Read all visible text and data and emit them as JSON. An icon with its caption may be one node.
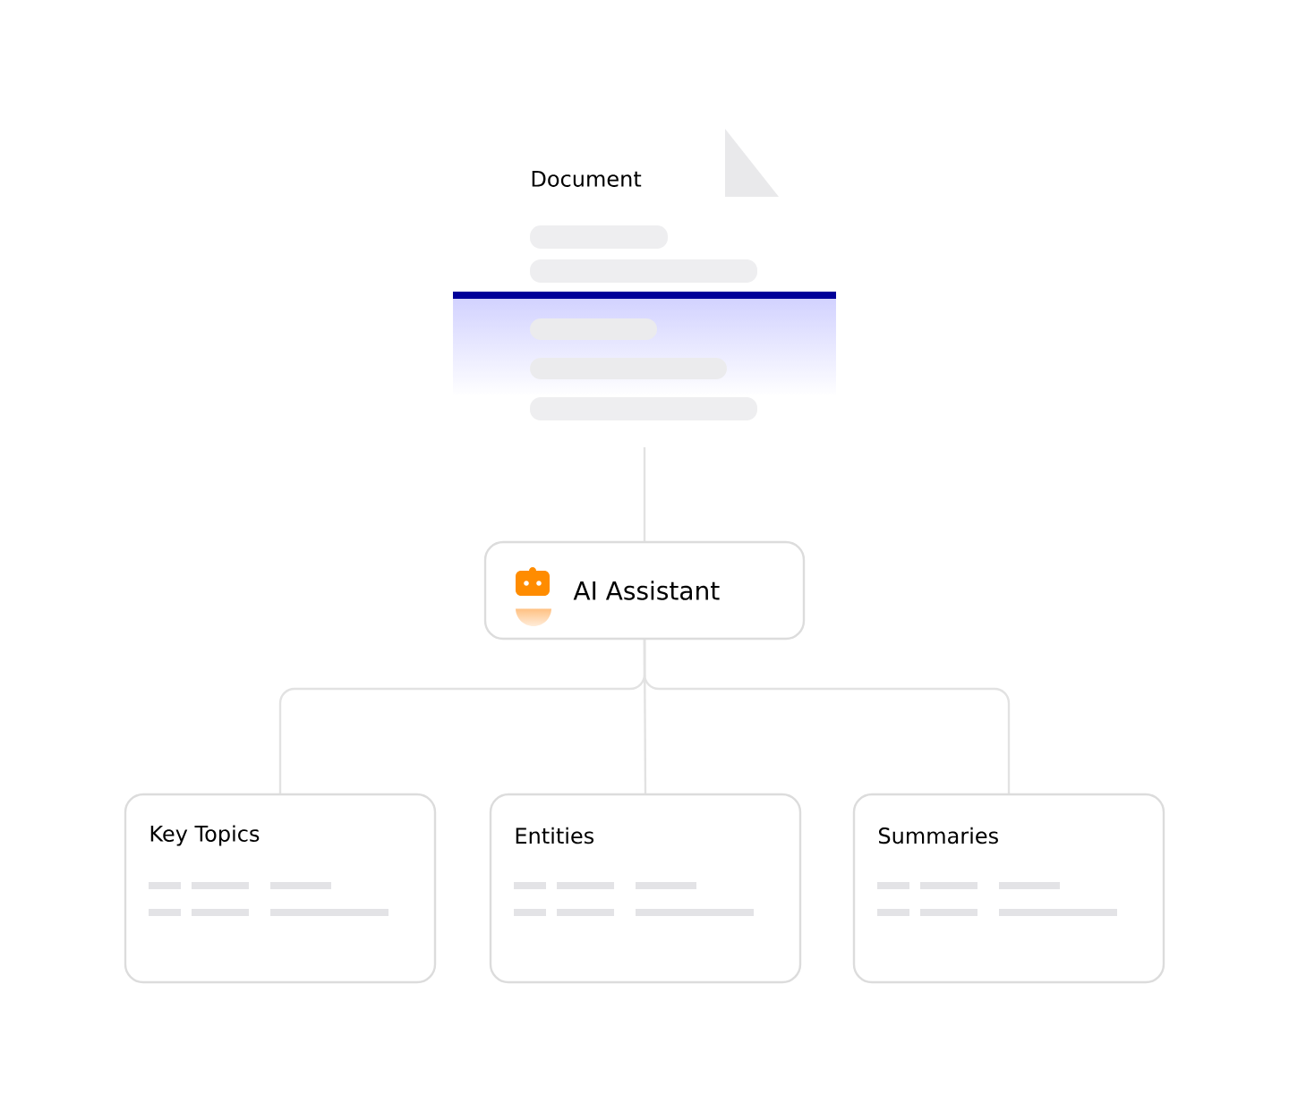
{
  "diagram": {
    "nodes": [
      {
        "text": [
          "Document"
        ]
      },
      {
        "text": [
          "AI Assistant"
        ]
      },
      {
        "text": [
          "Key Topics"
        ]
      },
      {
        "text": [
          "Entities"
        ]
      },
      {
        "text": [
          "Summaries"
        ]
      }
    ],
    "edges": [
      {
        "from": 0,
        "to": 1,
        "arrow": "none"
      },
      {
        "from": 1,
        "to": 2,
        "arrow": "none"
      },
      {
        "from": 1,
        "to": 3,
        "arrow": "none"
      },
      {
        "from": 1,
        "to": 4,
        "arrow": "none"
      }
    ]
  }
}
